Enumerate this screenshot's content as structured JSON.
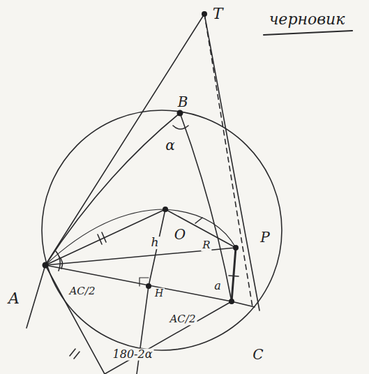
{
  "diagram": {
    "labels": [
      "T",
      "черновик",
      "B",
      "α",
      "A",
      "P",
      "C",
      "h",
      "O",
      "R",
      "a",
      "AC/2",
      "AC/2",
      "H",
      "180-2α"
    ]
  }
}
